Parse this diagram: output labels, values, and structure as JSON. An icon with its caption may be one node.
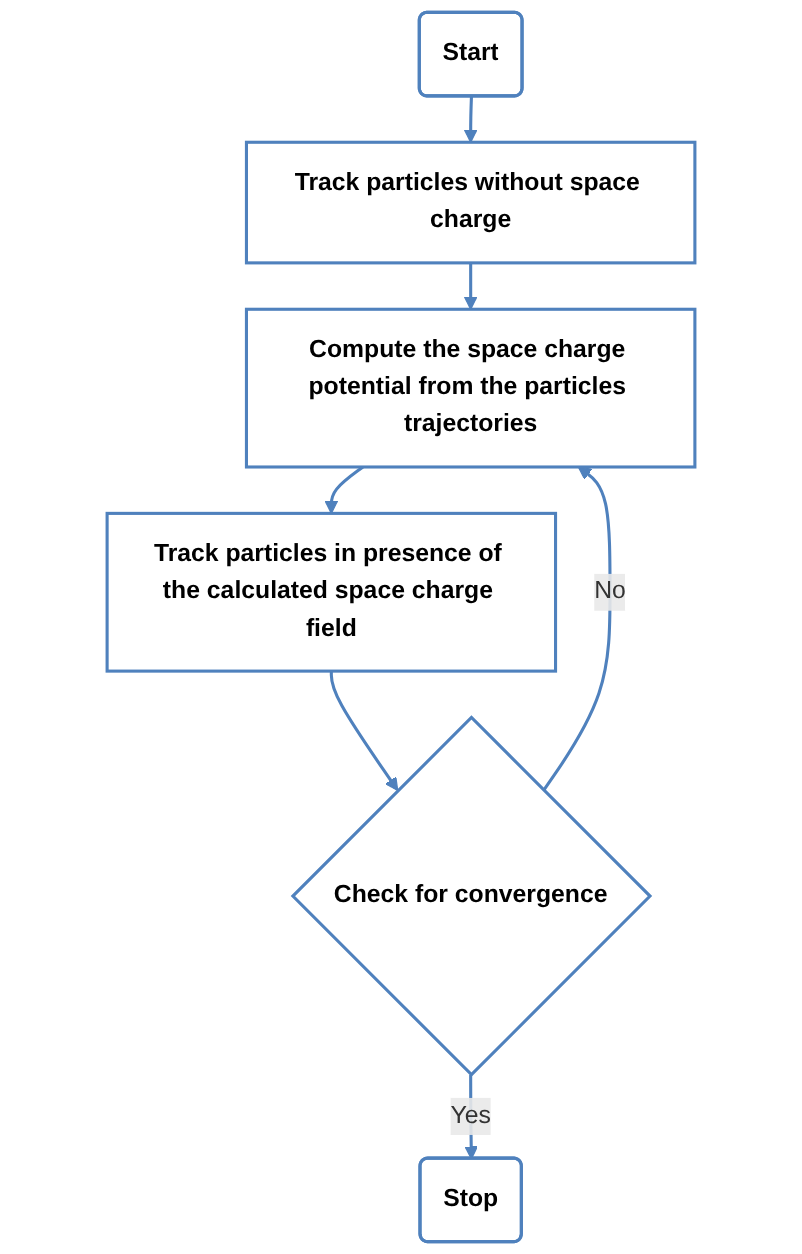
{
  "diagram": {
    "nodes": [
      {
        "text": [
          "Start"
        ]
      },
      {
        "text": [
          "Track particles without space charge"
        ]
      },
      {
        "text": [
          "Compute the space charge potential from the particles trajectories"
        ]
      },
      {
        "text": [
          "Track particles in presence of the calculated space charge field"
        ]
      },
      {
        "text": [
          "Check for convergence"
        ]
      },
      {
        "text": [
          "Stop"
        ]
      }
    ],
    "edges": [
      {
        "from": 0,
        "to": 1,
        "arrow": "to"
      },
      {
        "from": 1,
        "to": 2,
        "arrow": "to"
      },
      {
        "from": 2,
        "to": 3,
        "arrow": "to"
      },
      {
        "from": 3,
        "to": 4,
        "arrow": "to"
      },
      {
        "from": 4,
        "to": 5,
        "arrow": "to",
        "label": "Yes"
      },
      {
        "from": 4,
        "to": 2,
        "arrow": "to",
        "label": "No"
      }
    ]
  }
}
